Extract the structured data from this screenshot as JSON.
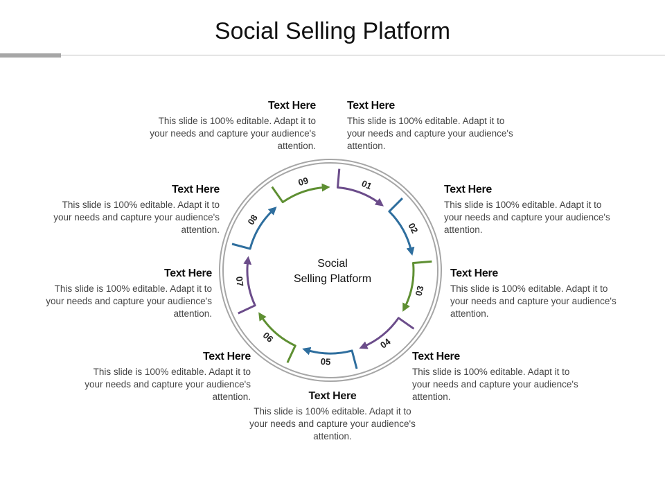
{
  "title": "Social Selling Platform",
  "center_label": {
    "line1": "Social",
    "line2": "Selling Platform"
  },
  "colors": {
    "purple": "#6b4c8a",
    "blue": "#2e6e9e",
    "green": "#5e8f32",
    "ring": "#a6a6a6"
  },
  "steps": [
    {
      "num": "01",
      "color": "purple"
    },
    {
      "num": "02",
      "color": "blue"
    },
    {
      "num": "03",
      "color": "green"
    },
    {
      "num": "04",
      "color": "purple"
    },
    {
      "num": "05",
      "color": "blue"
    },
    {
      "num": "06",
      "color": "green"
    },
    {
      "num": "07",
      "color": "purple"
    },
    {
      "num": "08",
      "color": "blue"
    },
    {
      "num": "09",
      "color": "green"
    }
  ],
  "items": [
    {
      "heading": "Text Here",
      "body": "This slide is 100% editable. Adapt it to your needs and capture your audience's attention."
    },
    {
      "heading": "Text Here",
      "body": "This slide is 100% editable. Adapt it to your needs and capture your audience's attention."
    },
    {
      "heading": "Text Here",
      "body": "This slide is 100% editable. Adapt it to your needs and capture your audience's attention."
    },
    {
      "heading": "Text Here",
      "body": "This slide is 100% editable. Adapt it to your needs and capture your audience's attention."
    },
    {
      "heading": "Text Here",
      "body": "This slide is 100% editable. Adapt it to your needs and capture your audience's attention."
    },
    {
      "heading": "Text Here",
      "body": "This slide is 100% editable. Adapt it to your needs and capture your audience's attention."
    },
    {
      "heading": "Text Here",
      "body": "This slide is 100% editable. Adapt it to your needs and capture your audience's attention."
    },
    {
      "heading": "Text Here",
      "body": "This slide is 100% editable. Adapt it to your needs and capture your audience's attention."
    },
    {
      "heading": "Text Here",
      "body": "This slide is 100% editable. Adapt it to your needs and capture your audience's attention."
    }
  ]
}
